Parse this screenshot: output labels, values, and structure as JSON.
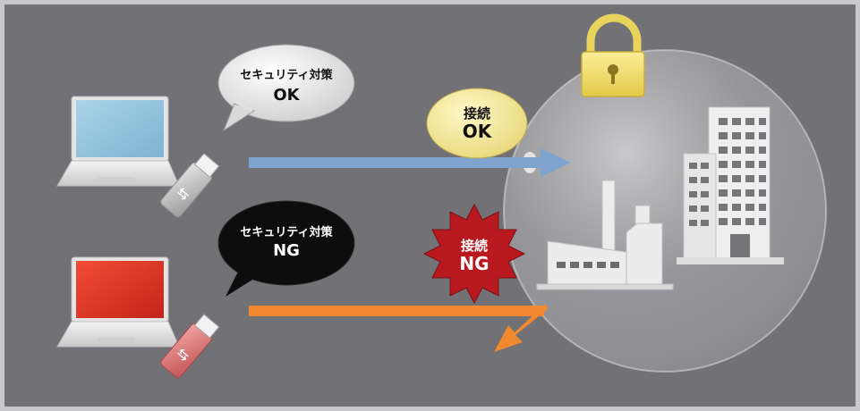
{
  "diagram": {
    "colors": {
      "background": "#727176",
      "frame": "#c9c9cb",
      "ok_arrow": "#7ea3cf",
      "ng_arrow": "#f0892f",
      "lock": "#f2de6c",
      "ng_badge": "#b8191f"
    },
    "speech_ok": {
      "line1": "セキュリティ対策",
      "line2": "OK"
    },
    "speech_ng": {
      "line1": "セキュリティ対策",
      "line2": "NG"
    },
    "connect_ok": {
      "line1": "接続",
      "line2": "OK"
    },
    "connect_ng": {
      "line1": "接続",
      "line2": "NG"
    },
    "icons": [
      "laptop-icon",
      "usb-drive-icon",
      "lock-icon",
      "factory-icon",
      "office-building-icon"
    ]
  }
}
